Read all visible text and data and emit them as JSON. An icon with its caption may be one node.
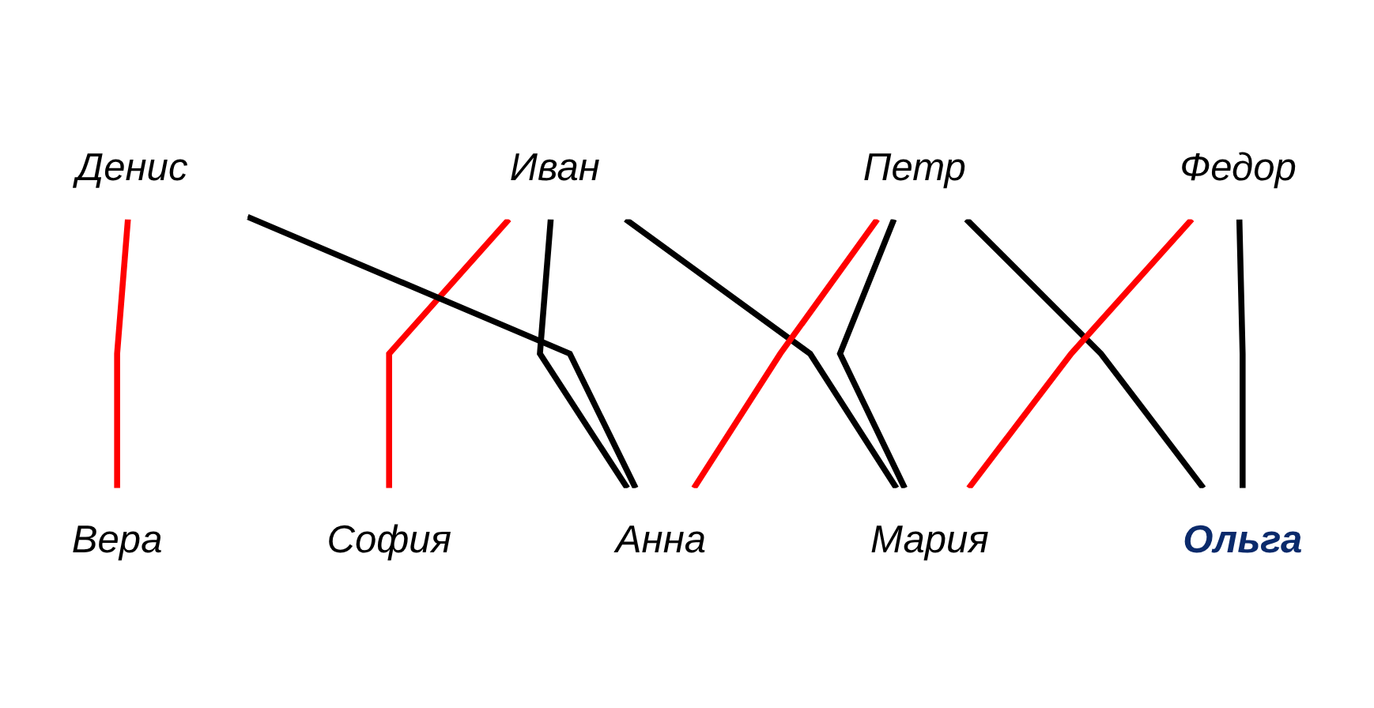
{
  "diagram": {
    "nodes": [
      {
        "text": [
          "Иван"
        ]
      },
      {
        "text": [
          "Денис"
        ]
      },
      {
        "text": [
          "Петр"
        ]
      },
      {
        "text": [
          "Федор"
        ]
      },
      {
        "text": [
          "Анна"
        ]
      },
      {
        "text": [
          "София"
        ]
      },
      {
        "text": [
          "Мария"
        ]
      },
      {
        "text": [
          "Вера"
        ]
      },
      {
        "text": [
          "Ольга"
        ]
      }
    ],
    "edges": [
      {
        "from": 0,
        "to": 4,
        "arrow": "none"
      },
      {
        "from": 0,
        "to": 5,
        "arrow": "none",
        "color": "#ff0000"
      },
      {
        "from": 0,
        "to": 6,
        "arrow": "none"
      },
      {
        "from": 1,
        "to": 4,
        "arrow": "none"
      },
      {
        "from": 1,
        "to": 7,
        "arrow": "none",
        "color": "#ff0000"
      },
      {
        "from": 2,
        "to": 4,
        "arrow": "none",
        "color": "#ff0000"
      },
      {
        "from": 2,
        "to": 6,
        "arrow": "none"
      },
      {
        "from": 2,
        "to": 8,
        "arrow": "none"
      },
      {
        "from": 3,
        "to": 6,
        "arrow": "none",
        "color": "#ff0000"
      },
      {
        "from": 3,
        "to": 8,
        "arrow": "none"
      }
    ]
  }
}
